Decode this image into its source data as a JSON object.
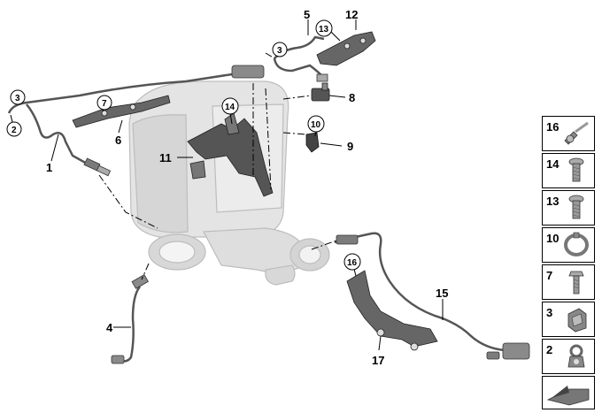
{
  "diagram": {
    "callouts": {
      "p1": "1",
      "p2": "2",
      "p3a": "3",
      "p3b": "3",
      "p4": "4",
      "p5": "5",
      "p6": "6",
      "p7": "7",
      "p8": "8",
      "p9": "9",
      "p10": "10",
      "p11": "11",
      "p12": "12",
      "p13": "13",
      "p14": "14",
      "p15": "15",
      "p16": "16",
      "p17": "17"
    }
  },
  "legend": {
    "items": [
      {
        "number": "16",
        "icon": "clip-with-tie-icon"
      },
      {
        "number": "14",
        "icon": "hex-bolt-icon"
      },
      {
        "number": "13",
        "icon": "torx-bolt-icon"
      },
      {
        "number": "10",
        "icon": "hose-clamp-icon"
      },
      {
        "number": "7",
        "icon": "collar-nut-bolt-icon"
      },
      {
        "number": "3",
        "icon": "cable-clip-icon"
      },
      {
        "number": "2",
        "icon": "holder-clip-icon"
      }
    ]
  },
  "colors": {
    "part_fill": "#e3e3e3",
    "part_stroke": "#b8b8b8",
    "line": "#000000",
    "sensor": "#555555"
  }
}
